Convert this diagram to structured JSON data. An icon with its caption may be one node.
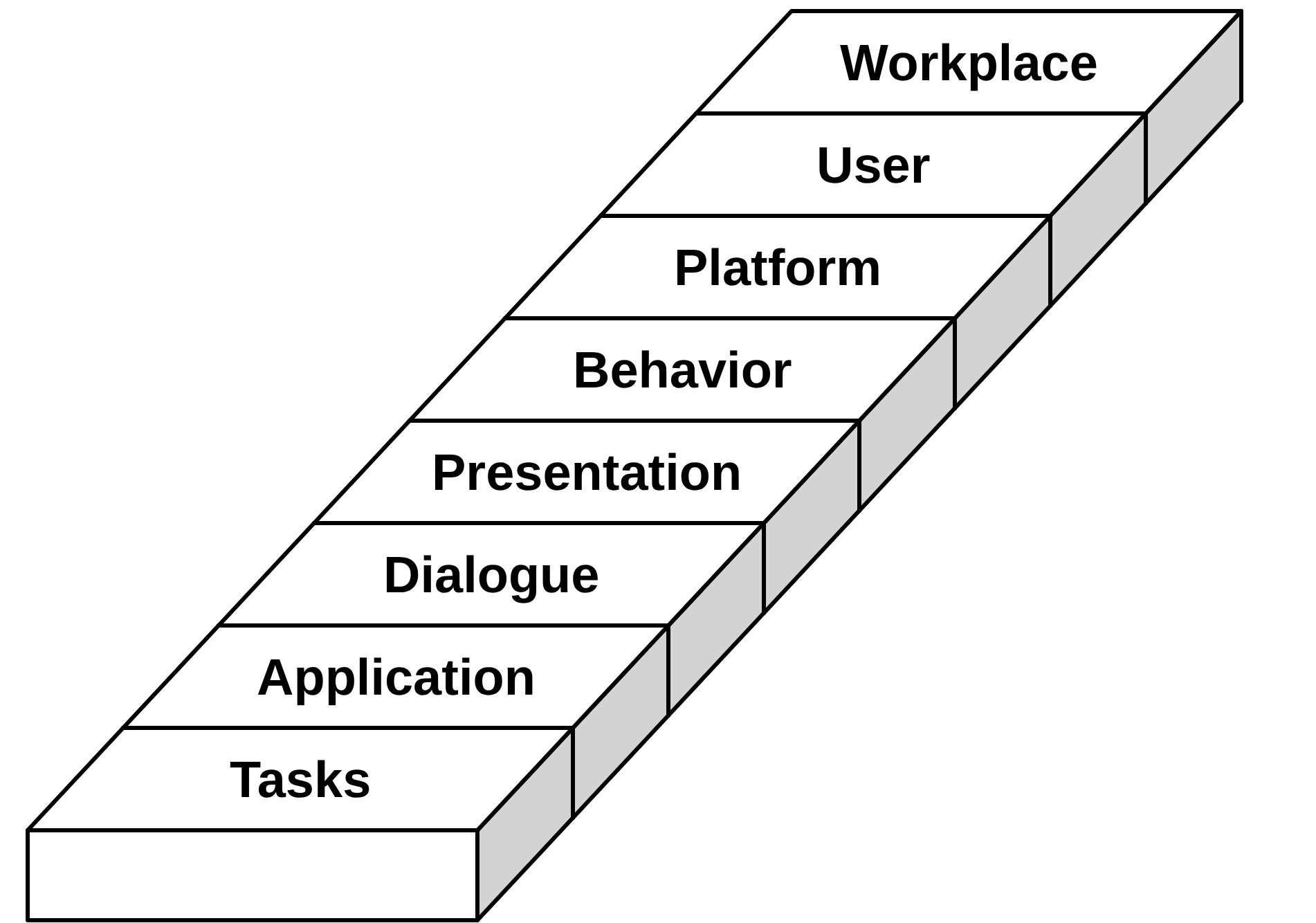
{
  "diagram": {
    "nodes": [
      {
        "text": [
          "Workplace"
        ]
      },
      {
        "text": [
          "User"
        ]
      },
      {
        "text": [
          "Platform"
        ]
      },
      {
        "text": [
          "Behavior"
        ]
      },
      {
        "text": [
          "Presentation"
        ]
      },
      {
        "text": [
          "Dialogue"
        ]
      },
      {
        "text": [
          "Application"
        ]
      },
      {
        "text": [
          "Tasks"
        ]
      }
    ],
    "edges": []
  }
}
